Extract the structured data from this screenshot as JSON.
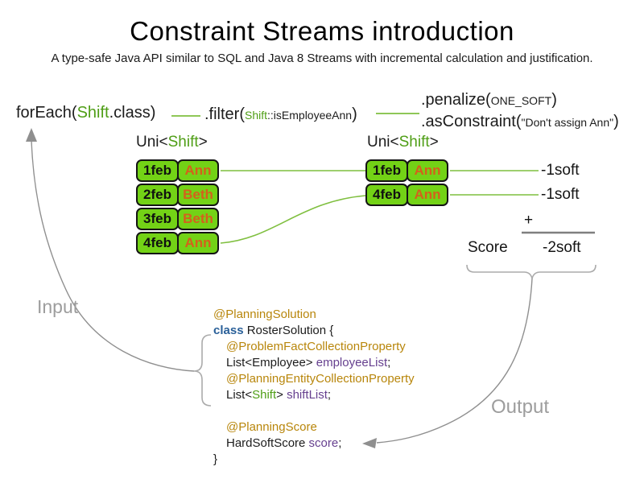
{
  "title": "Constraint Streams introduction",
  "subtitle": "A type-safe Java API similar to SQL and Java 8 Streams with incremental calculation and justification.",
  "stream": {
    "forEach": [
      {
        "t": "forEach(",
        "s": "d"
      },
      {
        "t": "Shift",
        "s": "g"
      },
      {
        "t": ".class)",
        "s": "d"
      }
    ],
    "filter": [
      {
        "t": ".filter(",
        "s": "d"
      },
      {
        "t": "Shift",
        "s": "sg"
      },
      {
        "t": "::isEmployeeAnn",
        "s": "sd"
      },
      {
        "t": ")",
        "s": "d"
      }
    ],
    "penalize": [
      {
        "t": ".penalize(",
        "s": "d"
      },
      {
        "t": "ONE_SOFT",
        "s": "sd"
      },
      {
        "t": ")",
        "s": "d"
      }
    ],
    "asConstraint": [
      {
        "t": ".asConstraint(",
        "s": "d"
      },
      {
        "t": "\"Don't assign Ann\"",
        "s": "sd"
      },
      {
        "t": ")",
        "s": "d"
      }
    ]
  },
  "left_table": {
    "label": [
      {
        "t": "Uni<",
        "s": "d"
      },
      {
        "t": "Shift",
        "s": "g"
      },
      {
        "t": ">",
        "s": "d"
      }
    ],
    "rows": [
      {
        "date": "1feb",
        "name": "Ann"
      },
      {
        "date": "2feb",
        "name": "Beth"
      },
      {
        "date": "3feb",
        "name": "Beth"
      },
      {
        "date": "4feb",
        "name": "Ann"
      }
    ]
  },
  "right_table": {
    "label": [
      {
        "t": "Uni<",
        "s": "d"
      },
      {
        "t": "Shift",
        "s": "g"
      },
      {
        "t": ">",
        "s": "d"
      }
    ],
    "rows": [
      {
        "date": "1feb",
        "name": "Ann"
      },
      {
        "date": "4feb",
        "name": "Ann"
      }
    ]
  },
  "results": {
    "row_scores": [
      "-1soft",
      "-1soft"
    ],
    "plus": "+",
    "score_label": "Score",
    "total": "-2soft"
  },
  "labels": {
    "input": "Input",
    "output": "Output"
  },
  "code": {
    "lines": [
      {
        "indent": 0,
        "segments": [
          {
            "t": "@PlanningSolution",
            "s": "gold"
          }
        ]
      },
      {
        "indent": 0,
        "segments": [
          {
            "t": "class",
            "s": "blue"
          },
          {
            "t": " RosterSolution {",
            "s": "plain"
          }
        ]
      },
      {
        "indent": 1,
        "segments": [
          {
            "t": "@ProblemFactCollectionProperty",
            "s": "gold"
          }
        ]
      },
      {
        "indent": 1,
        "segments": [
          {
            "t": "List<Employee> ",
            "s": "plain"
          },
          {
            "t": "employeeList",
            "s": "purple"
          },
          {
            "t": ";",
            "s": "plain"
          }
        ]
      },
      {
        "indent": 1,
        "segments": [
          {
            "t": "@PlanningEntityCollectionProperty",
            "s": "gold"
          }
        ]
      },
      {
        "indent": 1,
        "segments": [
          {
            "t": "List<",
            "s": "plain"
          },
          {
            "t": "Shift",
            "s": "green"
          },
          {
            "t": "> ",
            "s": "plain"
          },
          {
            "t": "shiftList",
            "s": "purple"
          },
          {
            "t": ";",
            "s": "plain"
          }
        ]
      },
      {
        "indent": 1,
        "segments": [
          {
            "t": "",
            "s": "plain"
          }
        ]
      },
      {
        "indent": 1,
        "segments": [
          {
            "t": "@PlanningScore",
            "s": "gold"
          }
        ]
      },
      {
        "indent": 1,
        "segments": [
          {
            "t": "HardSoftScore ",
            "s": "plain"
          },
          {
            "t": "score",
            "s": "purple"
          },
          {
            "t": ";",
            "s": "plain"
          }
        ]
      },
      {
        "indent": 0,
        "segments": [
          {
            "t": "}",
            "s": "plain"
          }
        ]
      }
    ]
  },
  "colors": {
    "box_green": "#73d216",
    "accent_green": "#4f9e16",
    "connector_green": "#7fbf3f",
    "orange": "#d4611c",
    "gold": "#b8860b",
    "blue": "#2a6099",
    "purple": "#66408f",
    "gray": "#9d9d9d",
    "arrow_gray": "#8f8f8f",
    "brace_gray": "#ababab",
    "line_gray": "#7f7f7f"
  }
}
